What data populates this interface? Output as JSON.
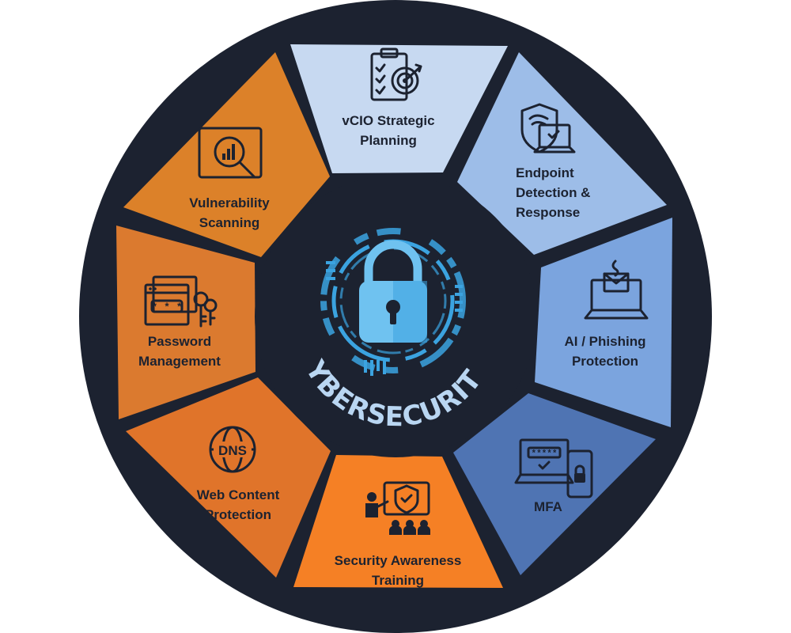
{
  "hub": {
    "title": "CYBERSECURITY"
  },
  "segments": [
    {
      "key": "vcio",
      "lines": [
        "vCIO Strategic",
        "Planning"
      ],
      "color": "#c7d9f1",
      "icon": "clipboard-target-icon"
    },
    {
      "key": "edr",
      "lines": [
        "Endpoint",
        "Detection &",
        "Response"
      ],
      "color": "#9dbde8",
      "icon": "shield-laptop-icon"
    },
    {
      "key": "phishing",
      "lines": [
        "AI / Phishing",
        "Protection"
      ],
      "color": "#7ba4de",
      "icon": "laptop-envelope-hook-icon"
    },
    {
      "key": "mfa",
      "lines": [
        "MFA"
      ],
      "color": "#4f74b3",
      "icon": "laptop-phone-lock-icon"
    },
    {
      "key": "training",
      "lines": [
        "Security Awareness",
        "Training"
      ],
      "color": "#f58025",
      "icon": "presenter-shield-audience-icon"
    },
    {
      "key": "web",
      "lines": [
        "Web Content",
        "Protection"
      ],
      "color": "#e0742a",
      "icon": "dns-globe-icon"
    },
    {
      "key": "password",
      "lines": [
        "Password",
        "Management"
      ],
      "color": "#db7a2f",
      "icon": "password-window-keys-icon"
    },
    {
      "key": "vuln",
      "lines": [
        "Vulnerability",
        "Scanning"
      ],
      "color": "#dc8129",
      "icon": "monitor-magnifier-chart-icon"
    }
  ],
  "colors": {
    "ring": "#1c2230",
    "hub_accent": "#3ba3e0",
    "lock": "#6fc2f0"
  },
  "mfa_password_mask": "*****",
  "password_mask": "* * *",
  "dns_label": "DNS"
}
